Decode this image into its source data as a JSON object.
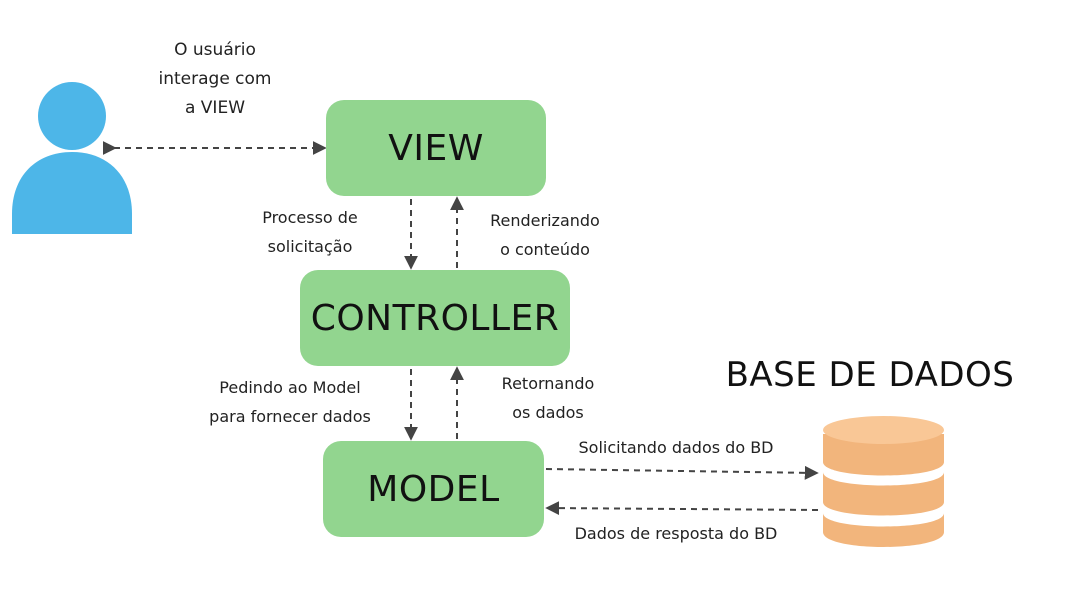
{
  "boxes": {
    "view": "VIEW",
    "controller": "CONTROLLER",
    "model": "MODEL"
  },
  "labels": {
    "user": [
      "O usuário",
      "interage com",
      "a VIEW"
    ],
    "request": [
      "Processo de",
      "solicitação"
    ],
    "render": [
      "Renderizando",
      "o conteúdo"
    ],
    "ask_model": [
      "Pedindo ao Model",
      "para fornecer dados"
    ],
    "return": [
      "Retornando",
      "os dados"
    ],
    "request_db": "Solicitando dados do BD",
    "response_db": "Dados de resposta do BD"
  },
  "database": {
    "title": "BASE DE DADOS"
  },
  "colors": {
    "box": "#92d58f",
    "user_icon": "#4db6e8",
    "db_top": "#f9c796",
    "db_body": "#f2b57c",
    "arrow": "#444444"
  },
  "icons": {
    "user": "user-icon",
    "database": "database-icon"
  }
}
